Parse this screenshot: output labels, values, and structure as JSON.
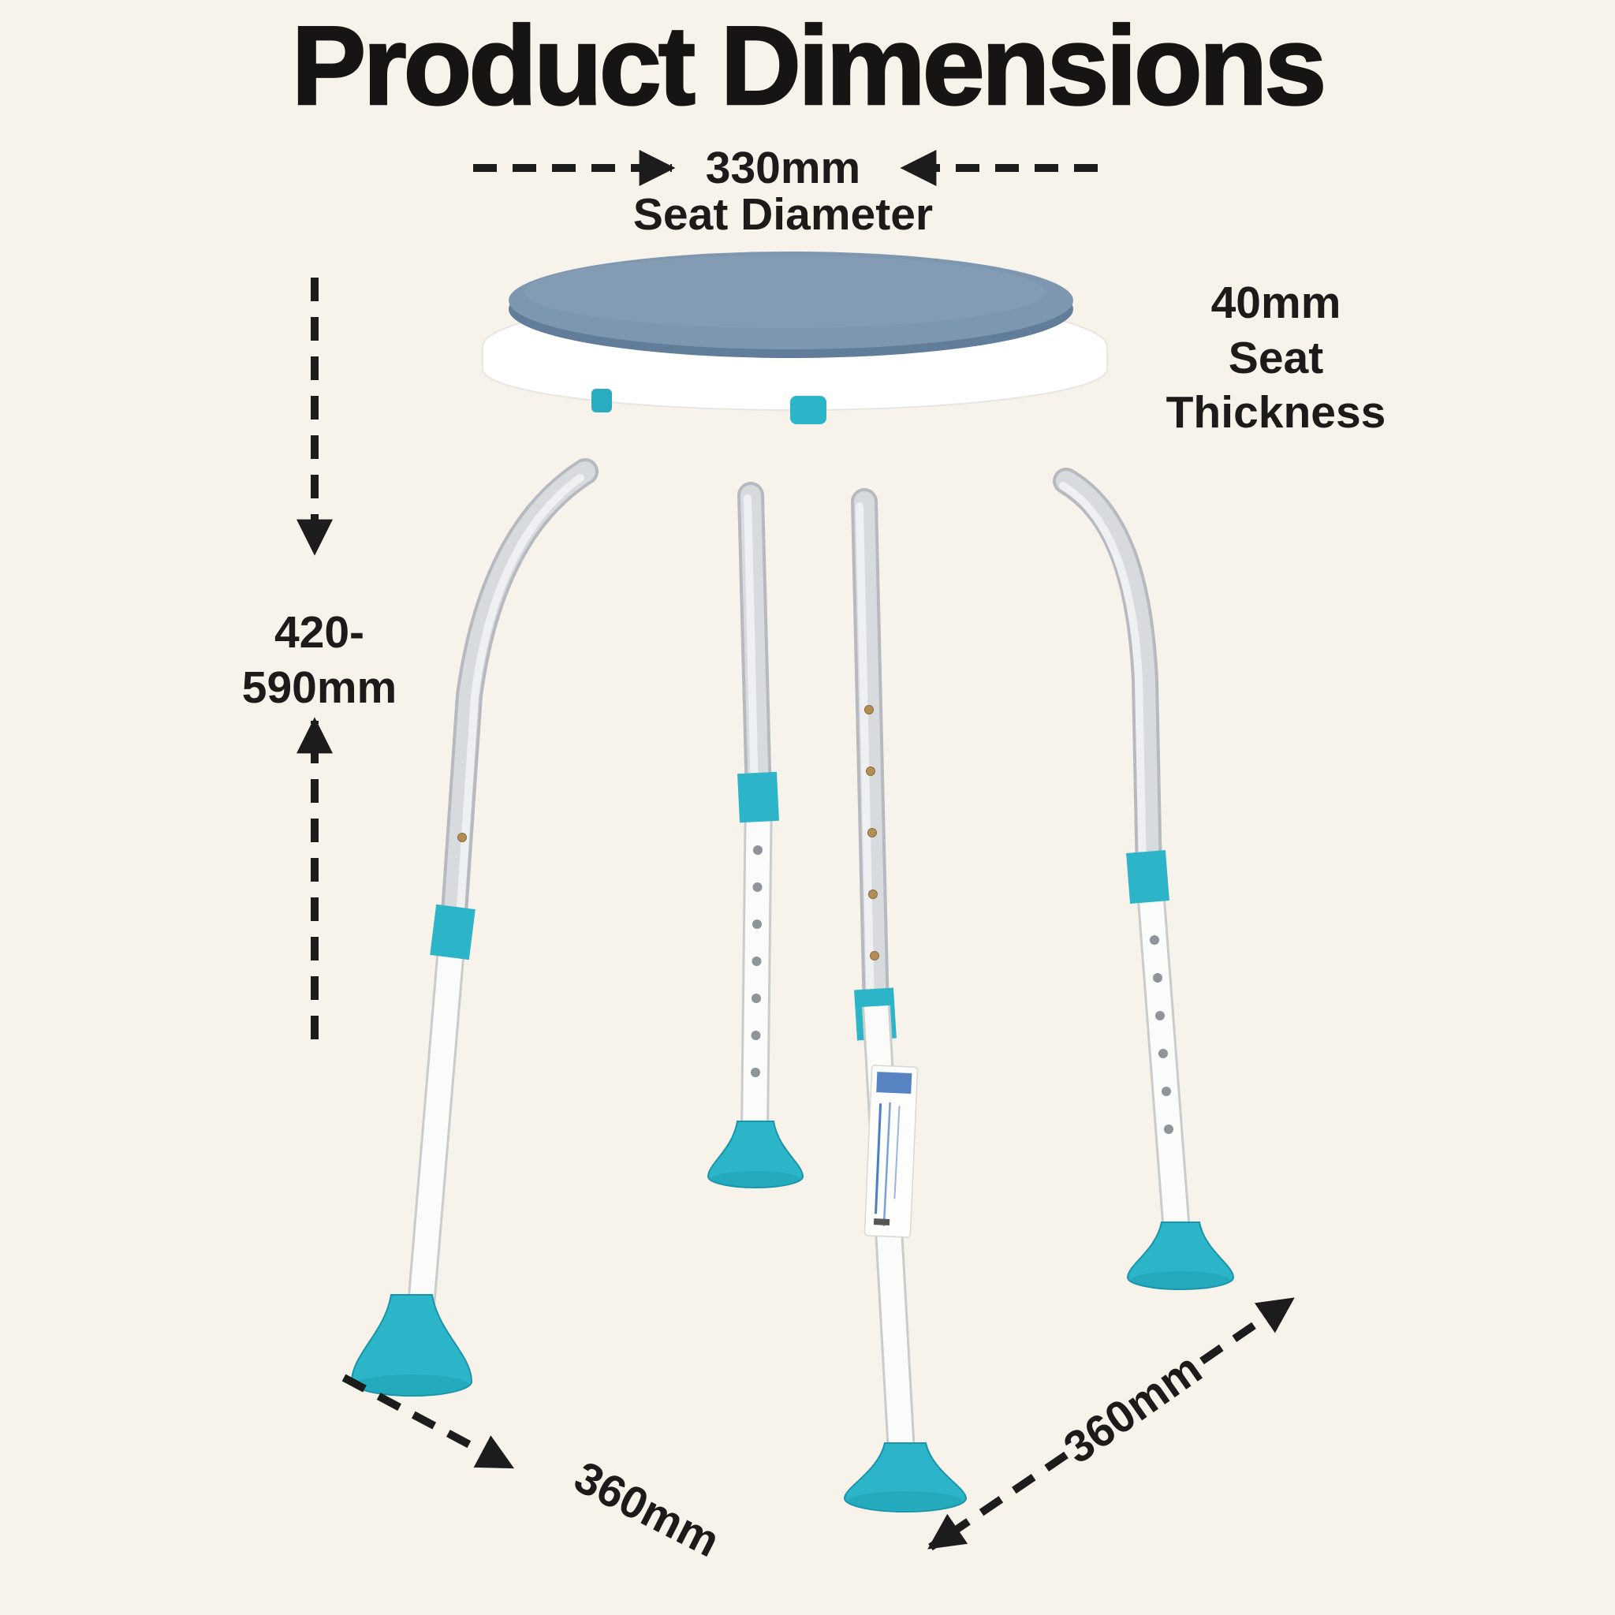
{
  "title": "Product Dimensions",
  "annotations": {
    "seat_diameter": {
      "value": "330mm",
      "label": "Seat Diameter"
    },
    "seat_thickness": {
      "value": "40mm",
      "label": "Seat Thickness"
    },
    "height_range": {
      "value": "420-590mm"
    },
    "base_width_front": {
      "value": "360mm"
    },
    "base_depth_side": {
      "value": "360mm"
    }
  },
  "colors": {
    "background": "#f7f3eb",
    "text": "#1c1c1c",
    "accent_teal": "#2cb5c8",
    "seat_disc_blue": "#7e97b0",
    "seat_white": "#ffffff",
    "aluminum_gray": "#d8dbde"
  }
}
